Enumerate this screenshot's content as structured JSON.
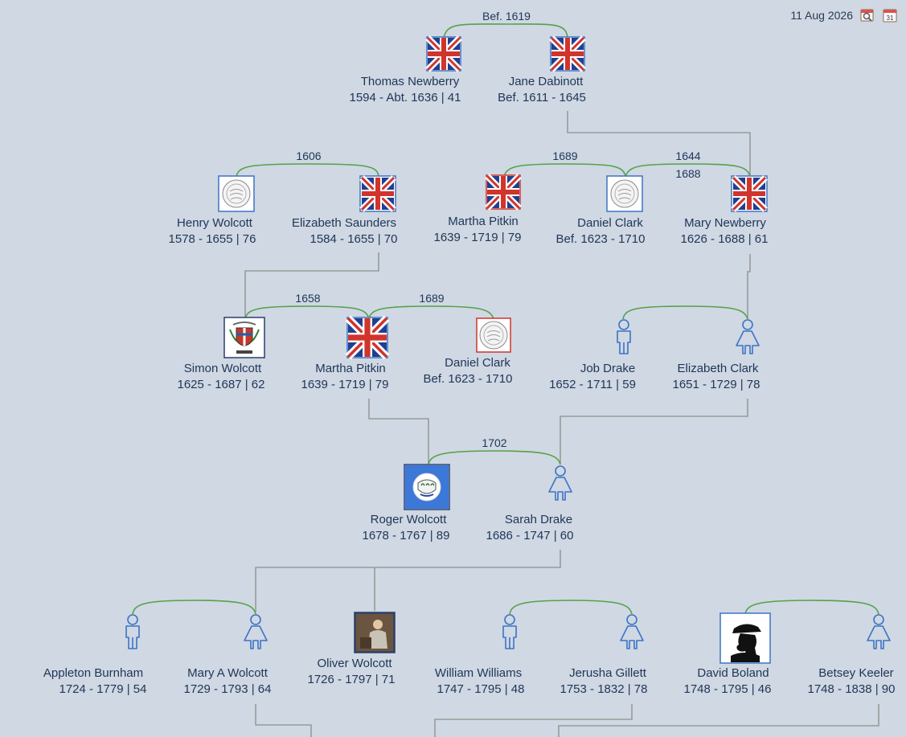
{
  "toolbar": {
    "date": "11 Aug 2026",
    "calendar_day": "31"
  },
  "colors": {
    "background": "#cfd8e3",
    "marriage_line": "#55a14a",
    "descent_line": "#9a9a9a",
    "text": "#1f3557",
    "person_icon": "#3d73c4"
  },
  "people": {
    "thomas_newberry": {
      "name": "Thomas Newberry",
      "dates": "1594 - Abt. 1636 | 41",
      "avatar": "uk-flag-icon"
    },
    "jane_dabinott": {
      "name": "Jane Dabinott",
      "dates": "Bef. 1611 - 1645",
      "avatar": "uk-flag-icon"
    },
    "henry_wolcott": {
      "name": "Henry Wolcott",
      "dates": "1578 - 1655 | 76",
      "avatar": "seal-icon"
    },
    "elizabeth_saunders": {
      "name": "Elizabeth Saunders",
      "dates": "1584 - 1655 | 70",
      "avatar": "uk-flag-icon"
    },
    "martha_pitkin_1": {
      "name": "Martha Pitkin",
      "dates": "1639 - 1719 | 79",
      "avatar": "uk-flag-icon"
    },
    "daniel_clark_1": {
      "name": "Daniel Clark",
      "dates": "Bef. 1623 - 1710",
      "avatar": "seal-icon"
    },
    "mary_newberry": {
      "name": "Mary Newberry",
      "dates": "1626 - 1688 | 61",
      "avatar": "uk-flag-icon"
    },
    "simon_wolcott": {
      "name": "Simon Wolcott",
      "dates": "1625 - 1687 | 62",
      "avatar": "coat-of-arms-icon"
    },
    "martha_pitkin_2": {
      "name": "Martha Pitkin",
      "dates": "1639 - 1719 | 79",
      "avatar": "uk-flag-icon"
    },
    "daniel_clark_2": {
      "name": "Daniel Clark",
      "dates": "Bef. 1623 - 1710",
      "avatar": "seal-icon"
    },
    "job_drake": {
      "name": "Job Drake",
      "dates": "1652 - 1711 | 59",
      "avatar": "male-person-icon"
    },
    "elizabeth_clark": {
      "name": "Elizabeth Clark",
      "dates": "1651 - 1729 | 78",
      "avatar": "female-person-icon"
    },
    "roger_wolcott": {
      "name": "Roger Wolcott",
      "dates": "1678 - 1767 | 89",
      "avatar": "connecticut-seal-icon"
    },
    "sarah_drake": {
      "name": "Sarah Drake",
      "dates": "1686 - 1747 | 60",
      "avatar": "female-person-icon"
    },
    "appleton_burnham": {
      "name": "Appleton Burnham",
      "dates": "1724 - 1779 | 54",
      "avatar": "male-person-icon"
    },
    "mary_a_wolcott": {
      "name": "Mary A Wolcott",
      "dates": "1729 - 1793 | 64",
      "avatar": "female-person-icon"
    },
    "oliver_wolcott": {
      "name": "Oliver Wolcott",
      "dates": "1726 - 1797 | 71",
      "avatar": "portrait-icon"
    },
    "william_williams": {
      "name": "William Williams",
      "dates": "1747 - 1795 | 48",
      "avatar": "male-person-icon"
    },
    "jerusha_gillett": {
      "name": "Jerusha Gillett",
      "dates": "1753 - 1832 | 78",
      "avatar": "female-person-icon"
    },
    "david_boland": {
      "name": "David Boland",
      "dates": "1748 - 1795 | 46",
      "avatar": "silhouette-icon"
    },
    "betsey_keeler": {
      "name": "Betsey Keeler",
      "dates": "1748 - 1838 | 90",
      "avatar": "female-person-icon"
    }
  },
  "marriages": {
    "newberry_dabinott": "Bef. 1619",
    "wolcott_saunders": "1606",
    "pitkin_clark": "1689",
    "clark_newberry_1": "1644",
    "clark_newberry_2": "1688",
    "simon_martha": "1658",
    "martha_daniel": "1689",
    "roger_sarah": "1702"
  }
}
